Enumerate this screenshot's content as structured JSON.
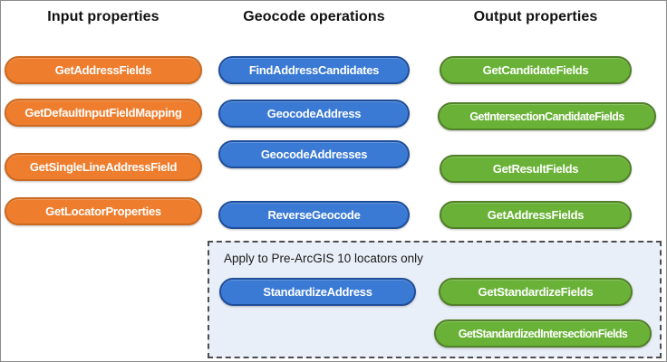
{
  "input": {
    "header": "Input properties",
    "buttons": [
      "GetAddressFields",
      "GetDefaultInputFieldMapping",
      "GetSingleLineAddressField",
      "GetLocatorProperties"
    ]
  },
  "geocode": {
    "header": "Geocode operations",
    "buttons": [
      "FindAddressCandidates",
      "GeocodeAddress",
      "GeocodeAddresses",
      "ReverseGeocode"
    ],
    "legacy_button": "StandardizeAddress"
  },
  "output": {
    "header": "Output properties",
    "buttons": [
      "GetCandidateFields",
      "GetIntersectionCandidateFields",
      "GetResultFields",
      "GetAddressFields"
    ],
    "legacy_buttons": [
      "GetStandardizeFields",
      "GetStandardizedIntersectionFields"
    ]
  },
  "legacy_box": {
    "label": "Apply to Pre-ArcGIS 10 locators only"
  },
  "colors": {
    "input_fill": "#ee7d2e",
    "input_border": "#cb6a20",
    "geocode_fill": "#3a7ad5",
    "geocode_border": "#1f4e99",
    "output_fill": "#69b237",
    "output_border": "#527f29",
    "legacy_bg": "#e9eff8",
    "legacy_border_color": "#4d4d4d",
    "canvas_border": "#8c8c8c"
  }
}
